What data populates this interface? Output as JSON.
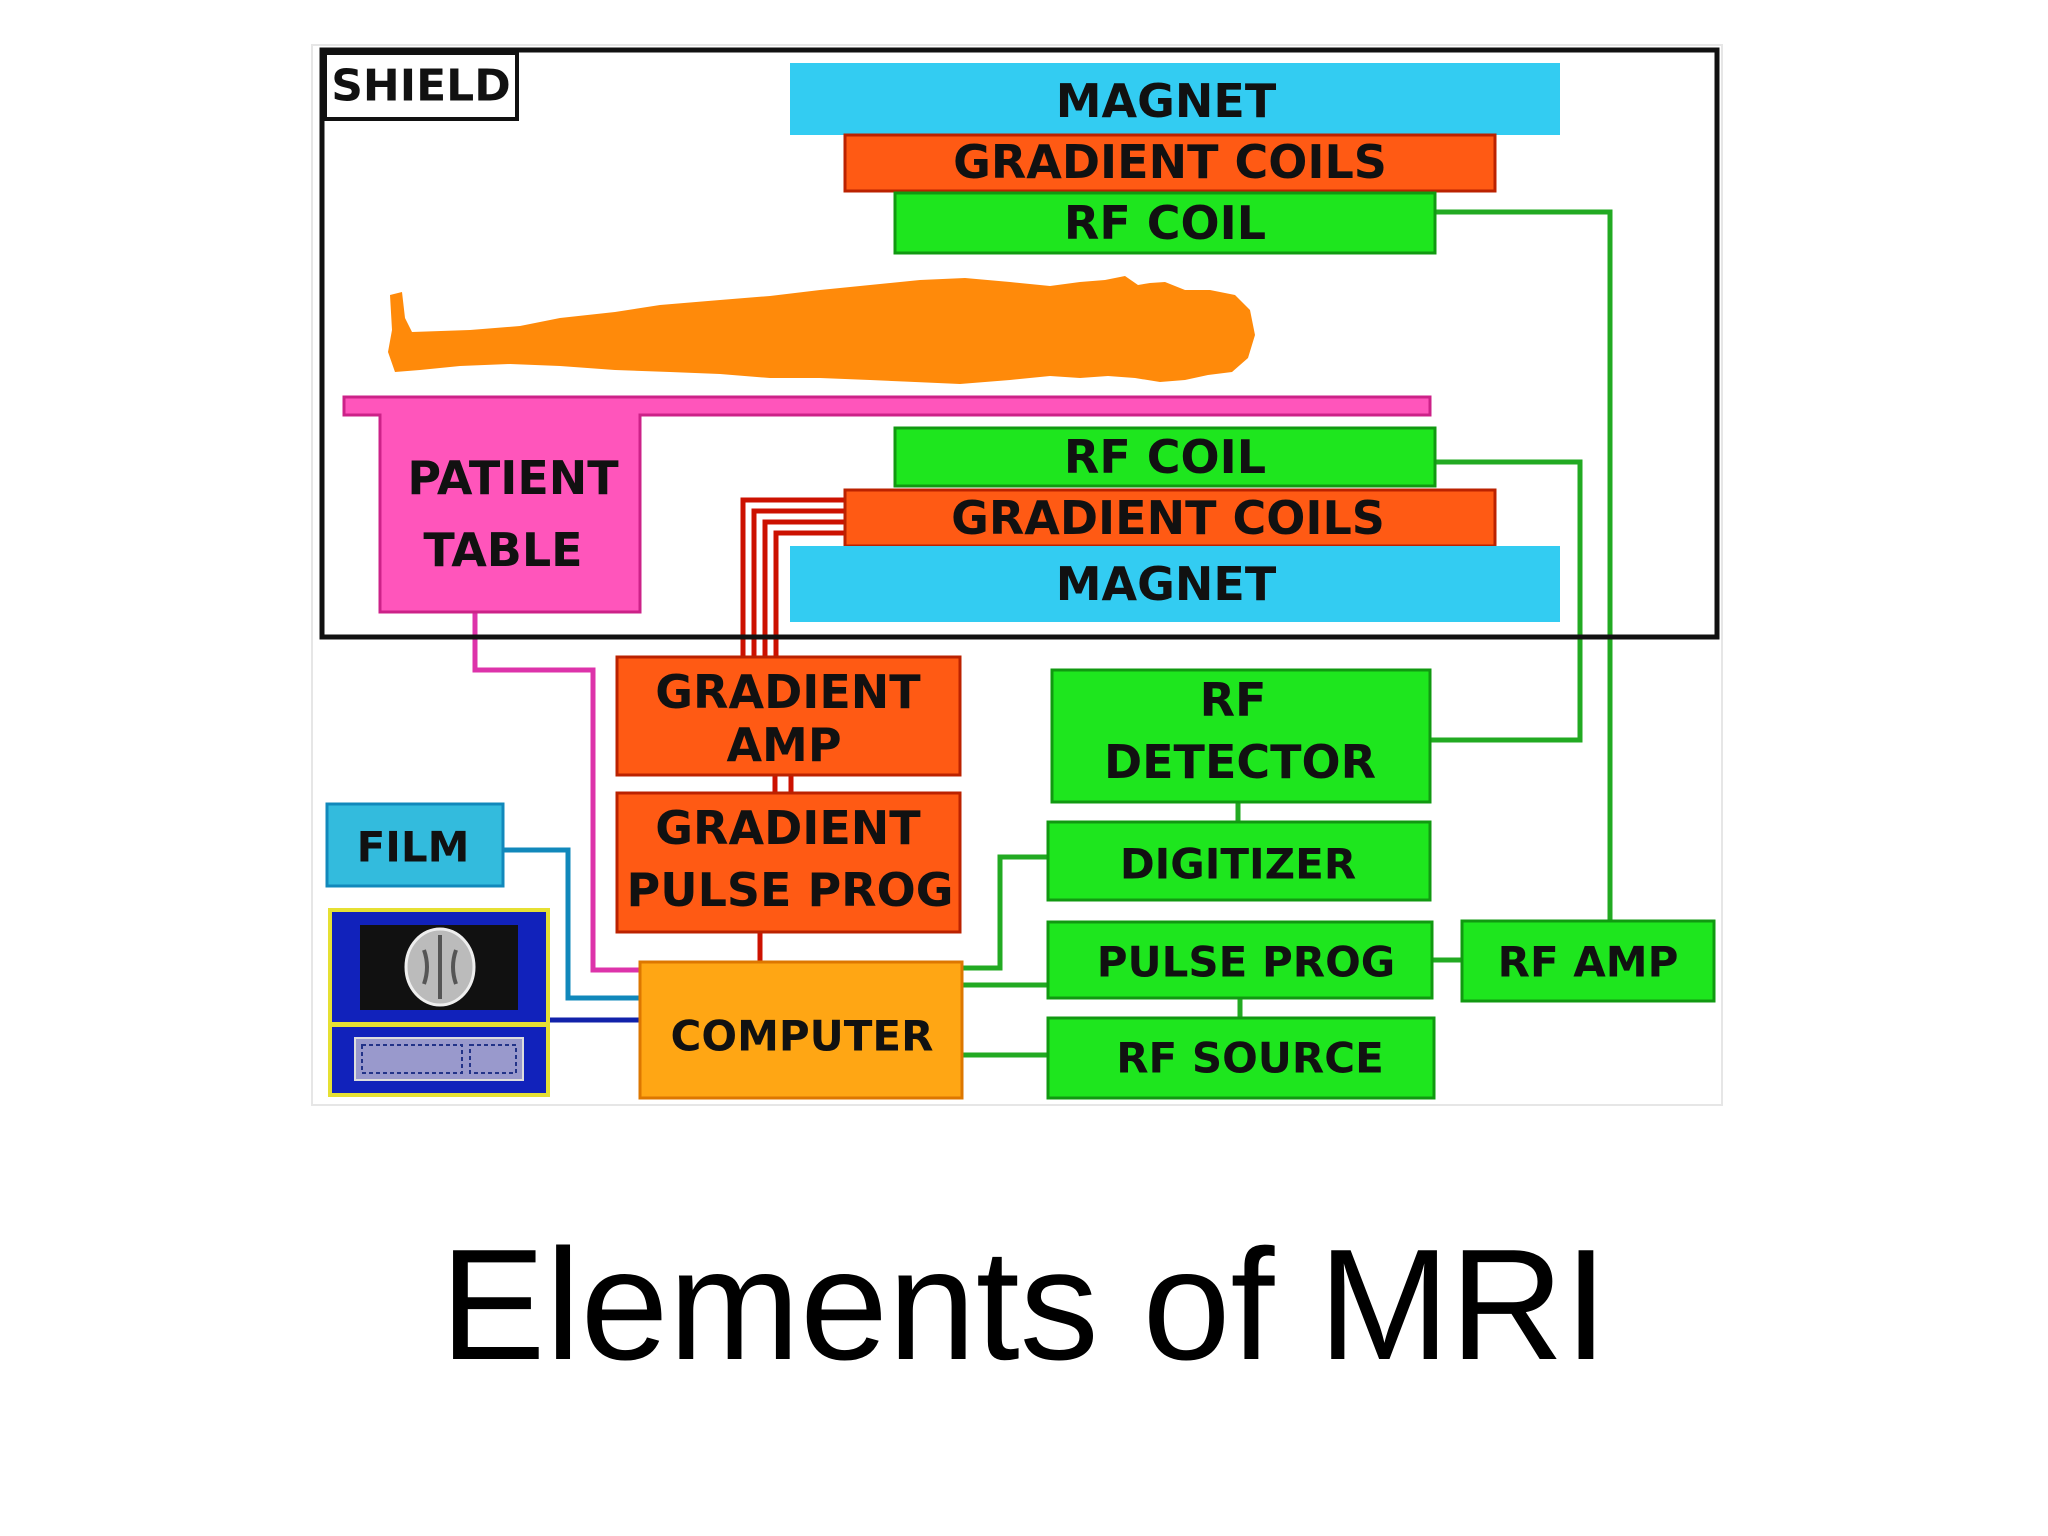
{
  "title": "Elements of MRI",
  "colors": {
    "magnet": "#33ccf2",
    "gradient": "#ff5a14",
    "rf": "#1ee61e",
    "patient_table": "#ff55bb",
    "computer": "#ffa614",
    "film": "#33bbdd",
    "body": "#ff8a0a",
    "wire_green": "#22aa22",
    "wire_red": "#cc1100",
    "wire_pink": "#dd33aa",
    "wire_blue": "#1188bb",
    "wire_navy": "#1122aa"
  },
  "diagram": {
    "shield_label": "SHIELD",
    "top_magnet": "MAGNET",
    "top_gradient": "GRADIENT  COILS",
    "top_rf_coil": "RF  COIL",
    "bottom_rf_coil": "RF  COIL",
    "bottom_gradient": "GRADIENT  COILS",
    "bottom_magnet": "MAGNET",
    "patient_table_line1": "PATIENT",
    "patient_table_line2": "TABLE",
    "gradient_amp_line1": "GRADIENT",
    "gradient_amp_line2": "AMP",
    "gradient_pulse_line1": "GRADIENT",
    "gradient_pulse_line2": "PULSE PROG",
    "rf_detector_line1": "RF",
    "rf_detector_line2": "DETECTOR",
    "digitizer": "DIGITIZER",
    "pulse_prog": "PULSE PROG",
    "rf_amp": "RF AMP",
    "rf_source": "RF  SOURCE",
    "computer": "COMPUTER",
    "film": "FILM"
  }
}
